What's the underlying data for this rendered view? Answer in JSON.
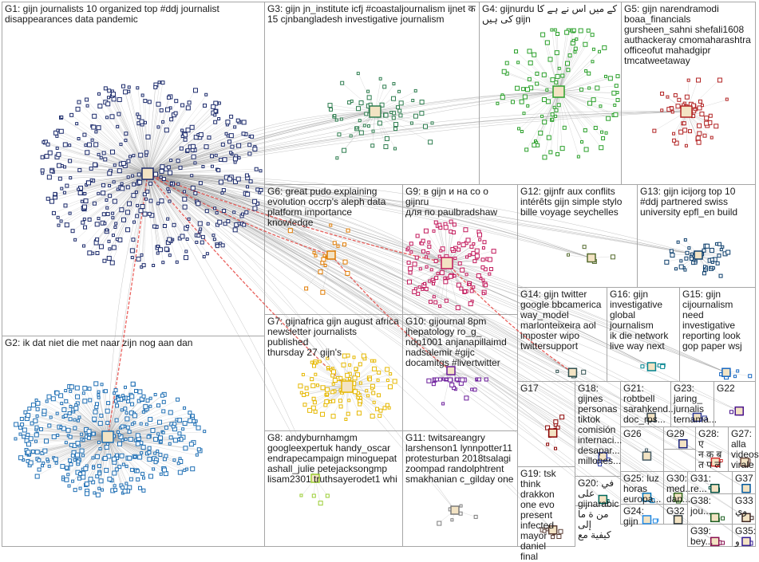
{
  "groups": [
    {
      "id": "G1",
      "label": "G1: gijn journalists 10 organized top #ddj journalist\ndisappearances data pandemic",
      "color": "#1b2a6b",
      "density": 420,
      "rtl": false
    },
    {
      "id": "G2",
      "label": "G2: ik dat niet die met naar zijn nog aan dan",
      "color": "#1f6fb4",
      "density": 380,
      "rtl": false
    },
    {
      "id": "G3",
      "label": "G3: gijn jn_institute icfj #coastaljournalism ijnet क\n15 cjnbangladesh investigative journalism",
      "color": "#2e7d4f",
      "density": 60,
      "rtl": false
    },
    {
      "id": "G4",
      "label": "G4: gijnurdu کے میں اس نے ہے کا\nکی ہیں gijn",
      "color": "#2ba02b",
      "density": 110,
      "rtl": false
    },
    {
      "id": "G5",
      "label": "G5: gijn narendramodi\nboaa_financials\ngursheen_sahni shefali1608\nauthackeray cmomaharashtra\nofficeofut mahadgipr\ntmcatweetaway",
      "color": "#b22222",
      "density": 55,
      "rtl": false
    },
    {
      "id": "G6",
      "label": "G6: great pudo explaining\nevolution occrp's aleph data\nplatform importance knowledge",
      "color": "#e07b00",
      "density": 18,
      "rtl": false
    },
    {
      "id": "G7",
      "label": "G7: gijnafrica gijn august africa\nnewsletter journalists published\nthursday 27 gijn's",
      "color": "#e6b800",
      "density": 110,
      "rtl": false
    },
    {
      "id": "G8",
      "label": "G8: andyburnhamgm\ngoogleexpertuk handy_oscar\nendrapecampaign minoguepat\nashall_julie petejacksongmp\nlisam2301 truthsayerodet1 whi",
      "color": "#9acd32",
      "density": 4,
      "rtl": false
    },
    {
      "id": "G9",
      "label": "G9: в gijn и на со о gijnru\nдля по paulbradshaw",
      "color": "#c2185b",
      "density": 120,
      "rtl": false
    },
    {
      "id": "G10",
      "label": "G10: gijournal 8pm\njhepatology ro_g_\nndp1001 anjanapillaimd\nnadsalemir #gijc\ndocamitgs #livertwitter",
      "color": "#6a1b9a",
      "density": 40,
      "rtl": false
    },
    {
      "id": "G11",
      "label": "G11: twitsareangry\nlarshenson1 lynnpotter11\nprotesturban 2018tsalagi\nzoompad randolphtrent\nsmakhanian c_gilday one",
      "color": "#7b7b7b",
      "density": 6,
      "rtl": false
    },
    {
      "id": "G12",
      "label": "G12: gijnfr aux conflits\nintérêts gijn simple stylo\nbille voyage seychelles",
      "color": "#556b2f",
      "density": 5,
      "rtl": false
    },
    {
      "id": "G13",
      "label": "G13: gijn icijorg top 10\n#ddj partnered swiss\nuniversity epfl_en build",
      "color": "#0b3d6b",
      "density": 45,
      "rtl": false
    },
    {
      "id": "G14",
      "label": "G14: gijn twitter\ngoogle bbcamerica\nway_model\nmarlonteixeira aol\nimposter wipo\ntwittersupport",
      "color": "#2f4f4f",
      "density": 4,
      "rtl": false
    },
    {
      "id": "G15",
      "label": "G15: gijn\ncijournalism\nneed\ninvestigative\nreporting look\ngop paper wsj",
      "color": "#1565c0",
      "density": 6,
      "rtl": false
    },
    {
      "id": "G16",
      "label": "G16: gijn\ninvestigative\nglobal journalism\nik die network\nlive way next",
      "color": "#00838f",
      "density": 4,
      "rtl": false
    },
    {
      "id": "G17",
      "label": "G17",
      "color": "#8b0000",
      "density": 10,
      "rtl": false
    },
    {
      "id": "G18",
      "label": "G18:\ngijnes\npersonas\ntiktok\ncomisión\ninternaci...\ndesapar...\nmillones...",
      "color": "#3949ab",
      "density": 3,
      "rtl": false
    },
    {
      "id": "G19",
      "label": "G19: tsk\nthink drakkon\none evo\npresent\ninfected\nmayor daniel\nfinal",
      "color": "#5d4037",
      "density": 8,
      "rtl": false
    },
    {
      "id": "G20",
      "label": "G20: في\nعلى\ngijnarabic\nمن ة ما إلى\nكيفية مع",
      "color": "#00695c",
      "density": 3,
      "rtl": false
    },
    {
      "id": "G21",
      "label": "G21:\nrobtbell\nsarahkend...\ndoc_rps...",
      "color": "#37474f",
      "density": 3,
      "rtl": false
    },
    {
      "id": "G22",
      "label": "G22",
      "color": "#4a148c",
      "density": 3,
      "rtl": false
    },
    {
      "id": "G23",
      "label": "G23:\njaring_\njurnalis\nternama...",
      "color": "#283593",
      "density": 3,
      "rtl": false
    },
    {
      "id": "G24",
      "label": "G24: gijn",
      "color": "#1e88e5",
      "density": 3,
      "rtl": false
    },
    {
      "id": "G25",
      "label": "G25: luz\nhoras\neuropa...",
      "color": "#0277bd",
      "density": 3,
      "rtl": false
    },
    {
      "id": "G26",
      "label": "G26",
      "color": "#455a64",
      "density": 3,
      "rtl": false
    },
    {
      "id": "G27",
      "label": "G27:\nalla\nvideos\nvirale",
      "color": "#6d4c41",
      "density": 3,
      "rtl": false
    },
    {
      "id": "G28",
      "label": "G28: ए\nन क ब\nत प ल",
      "color": "#d32f2f",
      "density": 3,
      "rtl": false
    },
    {
      "id": "G29",
      "label": "G29",
      "color": "#1a237e",
      "density": 3,
      "rtl": false
    },
    {
      "id": "G30",
      "label": "G30:\nmed...\ndan...",
      "color": "#33691e",
      "density": 2,
      "rtl": false
    },
    {
      "id": "G31",
      "label": "G31: re...",
      "color": "#004d40",
      "density": 2,
      "rtl": false
    },
    {
      "id": "G32",
      "label": "G32",
      "color": "#263238",
      "density": 2,
      "rtl": false
    },
    {
      "id": "G33",
      "label": "G33\nوي",
      "color": "#3e2723",
      "density": 2,
      "rtl": false
    },
    {
      "id": "G35",
      "label": "G35:\nو",
      "color": "#311b92",
      "density": 2,
      "rtl": false
    },
    {
      "id": "G37",
      "label": "G37",
      "color": "#01579b",
      "density": 2,
      "rtl": false
    },
    {
      "id": "G38",
      "label": "G38:\njou...",
      "color": "#1b5e20",
      "density": 2,
      "rtl": false
    },
    {
      "id": "G39",
      "label": "G39:\nbey...",
      "color": "#880e4f",
      "density": 2,
      "rtl": false
    }
  ],
  "colors": {
    "edge": "#9e9e9e",
    "panel_border": "#a6a6a6",
    "cross_edge_red": "#e53935",
    "background": "#ffffff"
  }
}
